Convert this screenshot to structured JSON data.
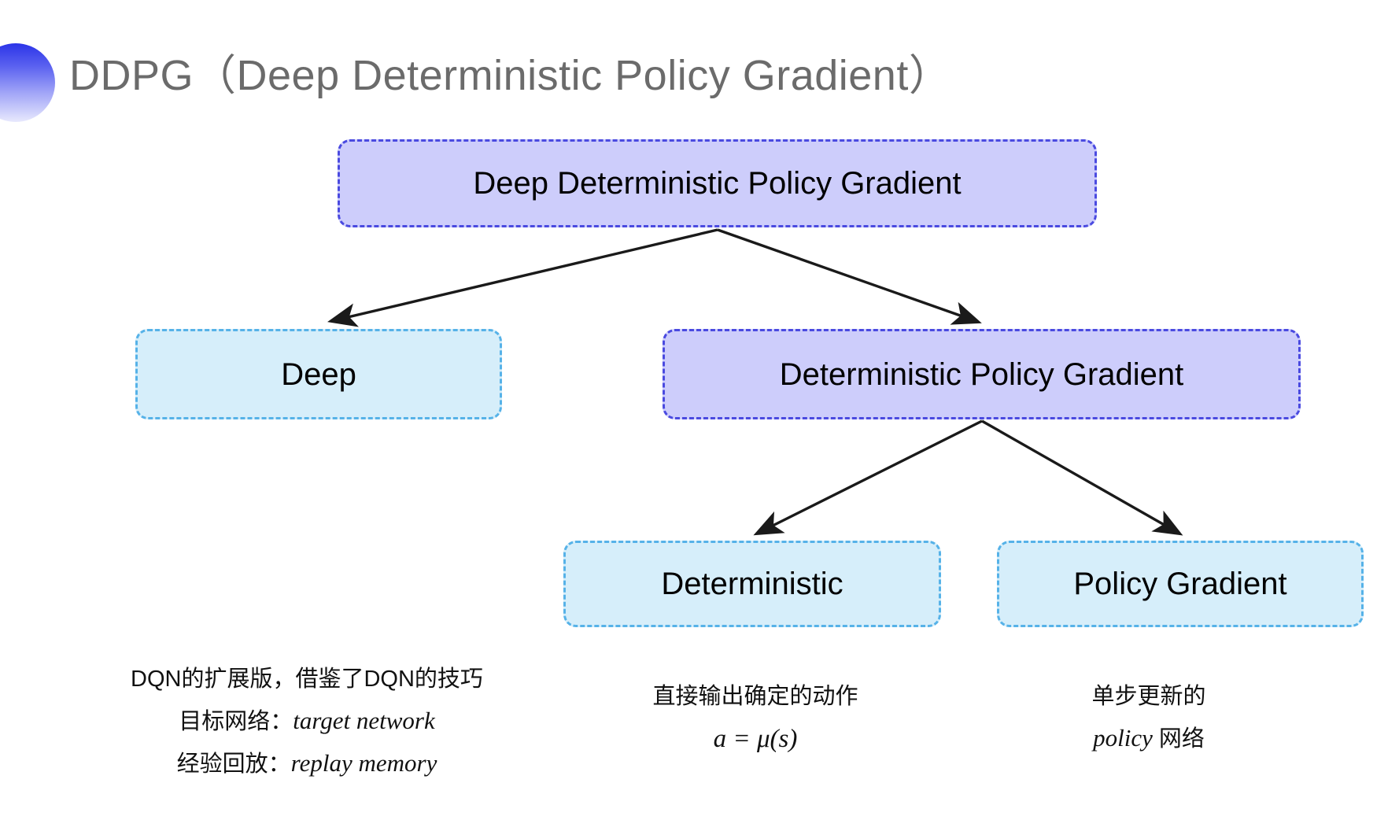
{
  "slide": {
    "title": "DDPG（Deep Deterministic Policy Gradient）",
    "background_color": "#ffffff",
    "title_color": "#6b6b6b",
    "bullet_gradient_from": "#2b34e8",
    "bullet_gradient_to": "#e8e9fd"
  },
  "palette": {
    "purple_fill": "#cdcdfb",
    "purple_border": "#4a4ae0",
    "blue_fill": "#d6eefa",
    "blue_border": "#56b2e8",
    "arrow_color": "#1a1a1a"
  },
  "nodes": {
    "root": {
      "label": "Deep Deterministic Policy Gradient",
      "style": "purple"
    },
    "deep": {
      "label": "Deep",
      "style": "blue"
    },
    "dpg": {
      "label": "Deterministic Policy Gradient",
      "style": "purple"
    },
    "deterministic": {
      "label": "Deterministic",
      "style": "blue"
    },
    "policy_gradient": {
      "label": "Policy Gradient",
      "style": "blue"
    }
  },
  "captions": {
    "deep": {
      "line1": "DQN的扩展版，借鉴了DQN的技巧",
      "line2_label": "目标网络：",
      "line2_term": "target network",
      "line3_label": "经验回放：",
      "line3_term": "replay memory"
    },
    "deterministic": {
      "line1": "直接输出确定的动作",
      "line2": "a = μ(s)"
    },
    "policy_gradient": {
      "line1": "单步更新的",
      "line2_term": "policy",
      "line2_suffix": " 网络"
    }
  }
}
